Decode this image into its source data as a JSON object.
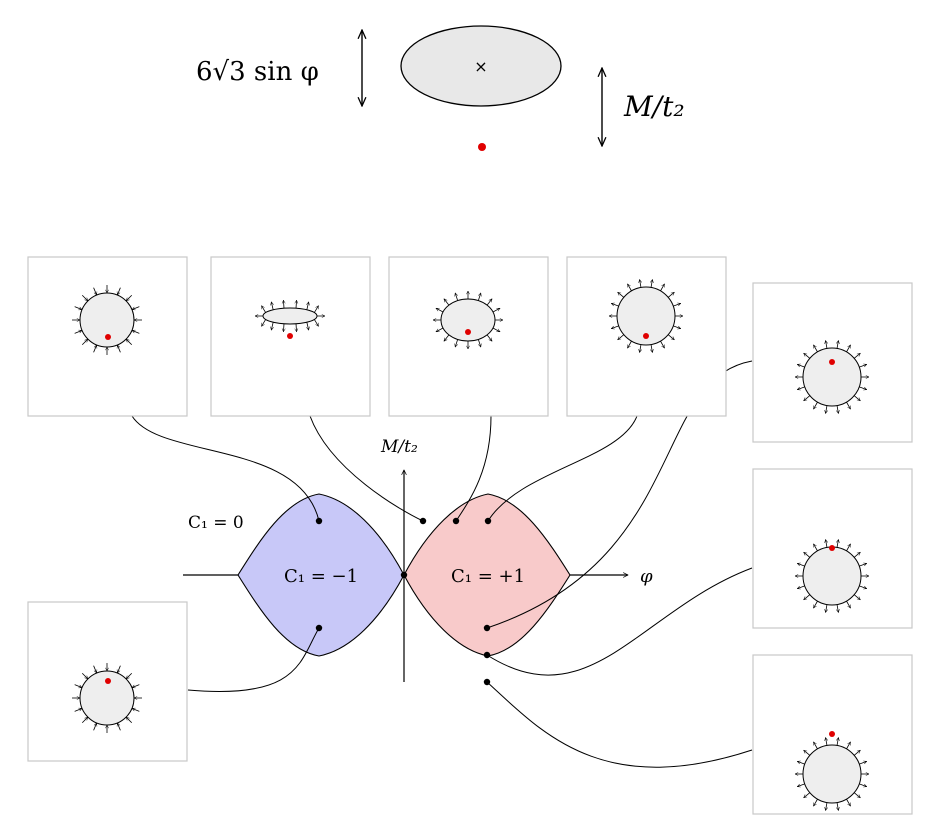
{
  "top": {
    "width_label": "6√3 sin φ",
    "height_label": "M/t₂",
    "center_mark": "×"
  },
  "phase_diagram": {
    "y_axis_label": "M/t₂",
    "x_axis_label": "φ",
    "regions": [
      {
        "label": "C₁ = 0",
        "color": "#ffffff"
      },
      {
        "label": "C₁ = −1",
        "color": "#c8c8f8"
      },
      {
        "label": "C₁ = +1",
        "color": "#f8caca"
      }
    ]
  },
  "colors": {
    "lobe_left_fill": "#c8c8f8",
    "lobe_right_fill": "#f8caca",
    "point_red": "#e00000",
    "surface_fill": "#eeeeee"
  },
  "insets": [
    {
      "id": "inset-1",
      "shape": "circle",
      "arrows": "inward"
    },
    {
      "id": "inset-2",
      "shape": "ellipse",
      "arrows": "outward"
    },
    {
      "id": "inset-3",
      "shape": "ellipse",
      "arrows": "outward"
    },
    {
      "id": "inset-4",
      "shape": "circle",
      "arrows": "outward"
    },
    {
      "id": "inset-5",
      "shape": "circle",
      "arrows": "outward"
    },
    {
      "id": "inset-6",
      "shape": "circle",
      "arrows": "outward"
    },
    {
      "id": "inset-7",
      "shape": "circle",
      "arrows": "outward"
    },
    {
      "id": "inset-8",
      "shape": "circle",
      "arrows": "inward"
    }
  ]
}
